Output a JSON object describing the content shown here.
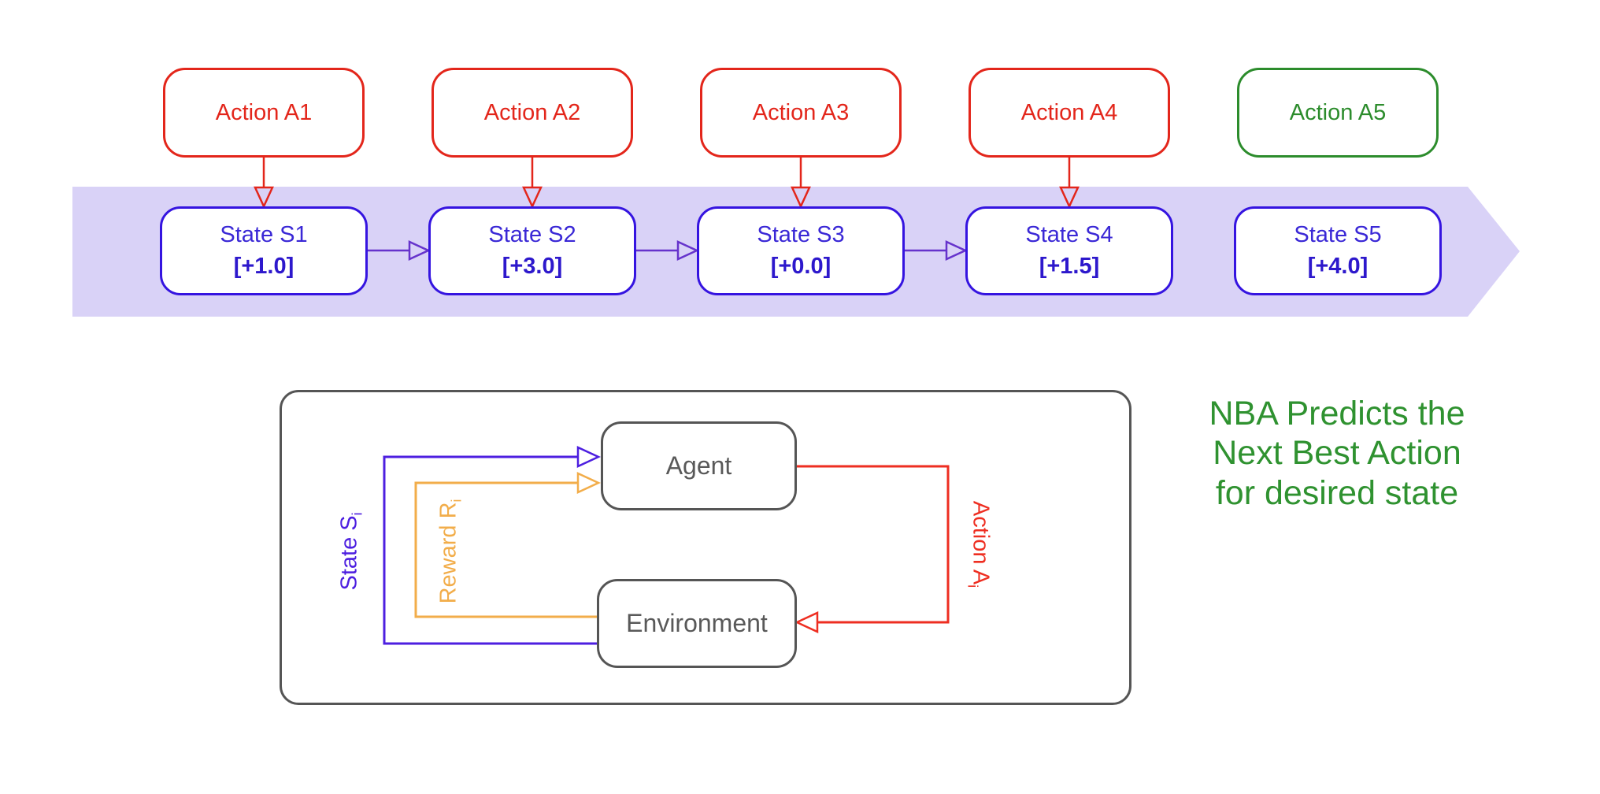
{
  "timeline": {
    "actions": [
      {
        "label": "Action A1",
        "variant": "red"
      },
      {
        "label": "Action A2",
        "variant": "red"
      },
      {
        "label": "Action A3",
        "variant": "red"
      },
      {
        "label": "Action A4",
        "variant": "red"
      },
      {
        "label": "Action A5",
        "variant": "green"
      }
    ],
    "states": [
      {
        "name": "State S1",
        "value": "[+1.0]"
      },
      {
        "name": "State S2",
        "value": "[+3.0]"
      },
      {
        "name": "State S3",
        "value": "[+0.0]"
      },
      {
        "name": "State S4",
        "value": "[+1.5]"
      },
      {
        "name": "State S5",
        "value": "[+4.0]"
      }
    ]
  },
  "loop": {
    "agent_label": "Agent",
    "environment_label": "Environment",
    "state_signal": {
      "text": "State S",
      "sub": "i"
    },
    "reward_signal": {
      "text": "Reward R",
      "sub": "i"
    },
    "action_signal": {
      "text": "Action A",
      "sub": "i"
    }
  },
  "caption": {
    "lines": [
      "NBA Predicts the",
      "Next Best Action",
      "for desired state"
    ]
  },
  "colors": {
    "action_red": "#e3261b",
    "action_green": "#2c8c2c",
    "state_blue_border": "#3514e0",
    "state_blue_text": "#3a28d6",
    "band_lavender": "#d9d2f7",
    "connector_violet": "#6633cc",
    "loop_blue": "#4d1fe0",
    "loop_orange": "#f2ad4a",
    "loop_red": "#ee2e21",
    "gray": "#555555",
    "caption_green": "#2f9230"
  }
}
